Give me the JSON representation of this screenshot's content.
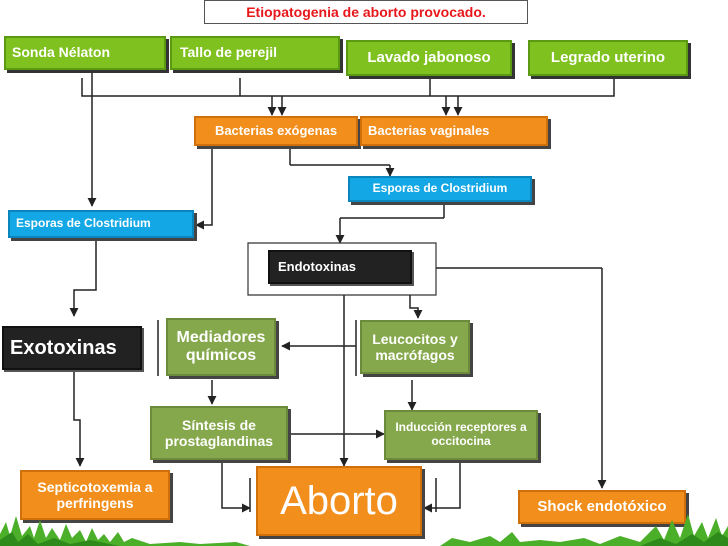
{
  "diagram": {
    "title": "Etiopatogenia de aborto provocado.",
    "nodes": {
      "sonda": "Sonda Nélaton",
      "tallo": "Tallo de perejil",
      "lavado": "Lavado jabonoso",
      "legrado": "Legrado uterino",
      "bact_exo": "Bacterias exógenas",
      "bact_vag": "Bacterias vaginales",
      "esporas_right": "Esporas de Clostridium",
      "esporas_left": "Esporas de Clostridium",
      "endotoxinas": "Endotoxinas",
      "exotoxinas": "Exotoxinas",
      "mediadores": "Mediadores químicos",
      "leucocitos": "Leucocitos y macrófagos",
      "sintesis": "Síntesis de prostaglandinas",
      "induccion": "Inducción receptores a occitocina",
      "septico": "Septicotoxemia a perfringens",
      "aborto": "Aborto",
      "shock": "Shock endotóxico"
    },
    "colors": {
      "green": "#7fc11f",
      "olive": "#86a84c",
      "orange": "#f28e1c",
      "blue": "#13a7e5",
      "dark": "#222222",
      "title_text": "#e8171b",
      "grass": "#4caf2a"
    }
  }
}
